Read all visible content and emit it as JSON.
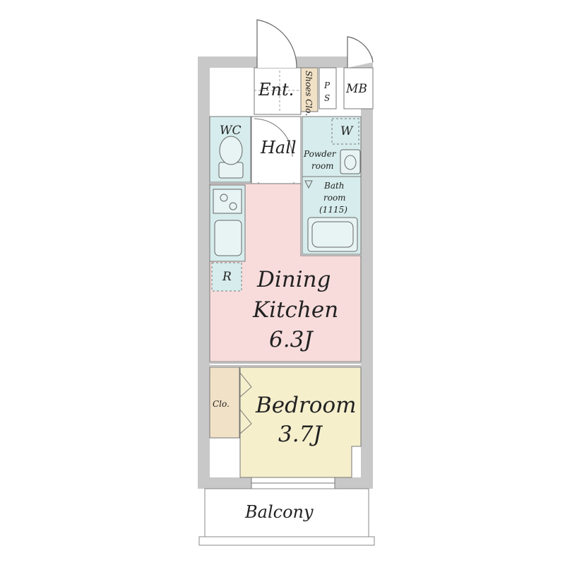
{
  "rooms": {
    "entrance": "Ent.",
    "shoes_closet": "Shoes Clo.",
    "pipe_space_p": "P",
    "pipe_space_s": "S",
    "meter_box": "MB",
    "wc": "WC",
    "hall": "Hall",
    "washer": "W",
    "powder_room_1": "Powder",
    "powder_room_2": "room",
    "bath_room_1": "Bath",
    "bath_room_2": "room",
    "bath_room_3": "(1115)",
    "refrigerator": "R",
    "dining_1": "Dining",
    "dining_2": "Kitchen",
    "dining_3": "6.3J",
    "closet": "Clo.",
    "bedroom_1": "Bedroom",
    "bedroom_2": "3.7J",
    "balcony": "Balcony"
  },
  "colors": {
    "wall": "#c8c8c8",
    "kitchen_pink": "#f8dcdc",
    "bedroom_yellow": "#f5efcc",
    "wet_area_blue": "#d7ecec",
    "closet_beige": "#f1e1c6",
    "line": "#555555"
  }
}
